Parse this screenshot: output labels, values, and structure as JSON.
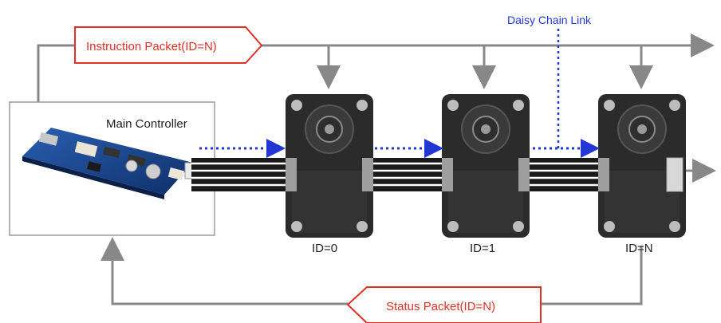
{
  "diagram": {
    "instruction_packet": "Instruction Packet(ID=N)",
    "status_packet": "Status Packet(ID=N)",
    "daisy_chain_link": "Daisy Chain Link",
    "main_controller": "Main Controller",
    "servos": [
      {
        "id_label": "ID=0"
      },
      {
        "id_label": "ID=1"
      },
      {
        "id_label": "ID=N"
      }
    ],
    "colors": {
      "line": "#888888",
      "packet_border": "#e0302a",
      "daisy_chain": "#2236d6",
      "servo_body": "#2b2b2b"
    }
  }
}
